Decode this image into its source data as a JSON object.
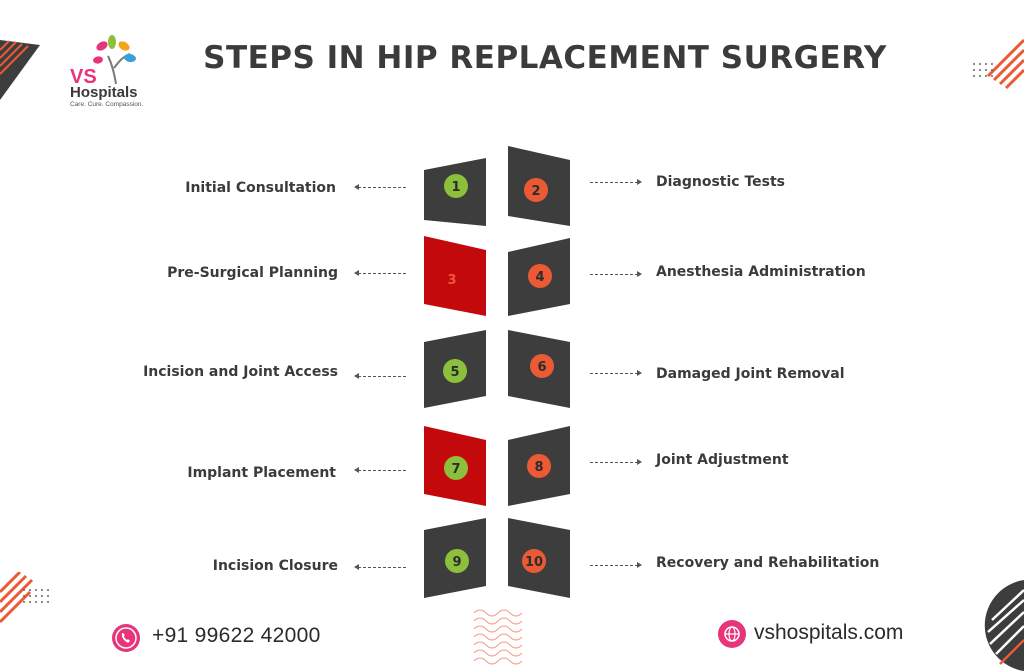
{
  "title": "STEPS IN HIP REPLACEMENT SURGERY",
  "logo": {
    "mark": "VS",
    "name": "Hospitals",
    "tagline": "Care. Cure. Compassion."
  },
  "colors": {
    "dark": "#3d3d3d",
    "red": "#c4090d",
    "green": "#8cbf3c",
    "orange": "#ec5a35",
    "text": "#3b3b3b",
    "accent": "#e8347a"
  },
  "steps": [
    {
      "num": "1",
      "label": "Initial Consultation"
    },
    {
      "num": "2",
      "label": "Diagnostic Tests"
    },
    {
      "num": "3",
      "label": "Pre-Surgical Planning"
    },
    {
      "num": "4",
      "label": "Anesthesia Administration"
    },
    {
      "num": "5",
      "label": "Incision and Joint Access"
    },
    {
      "num": "6",
      "label": "Damaged Joint Removal"
    },
    {
      "num": "7",
      "label": "Implant Placement"
    },
    {
      "num": "8",
      "label": "Joint Adjustment"
    },
    {
      "num": "9",
      "label": "Incision Closure"
    },
    {
      "num": "10",
      "label": "Recovery and Rehabilitation"
    }
  ],
  "contact": {
    "phone": "+91 99622 42000",
    "website": "vshospitals.com",
    "phone_icon": "phone-icon",
    "web_icon": "globe-icon"
  }
}
